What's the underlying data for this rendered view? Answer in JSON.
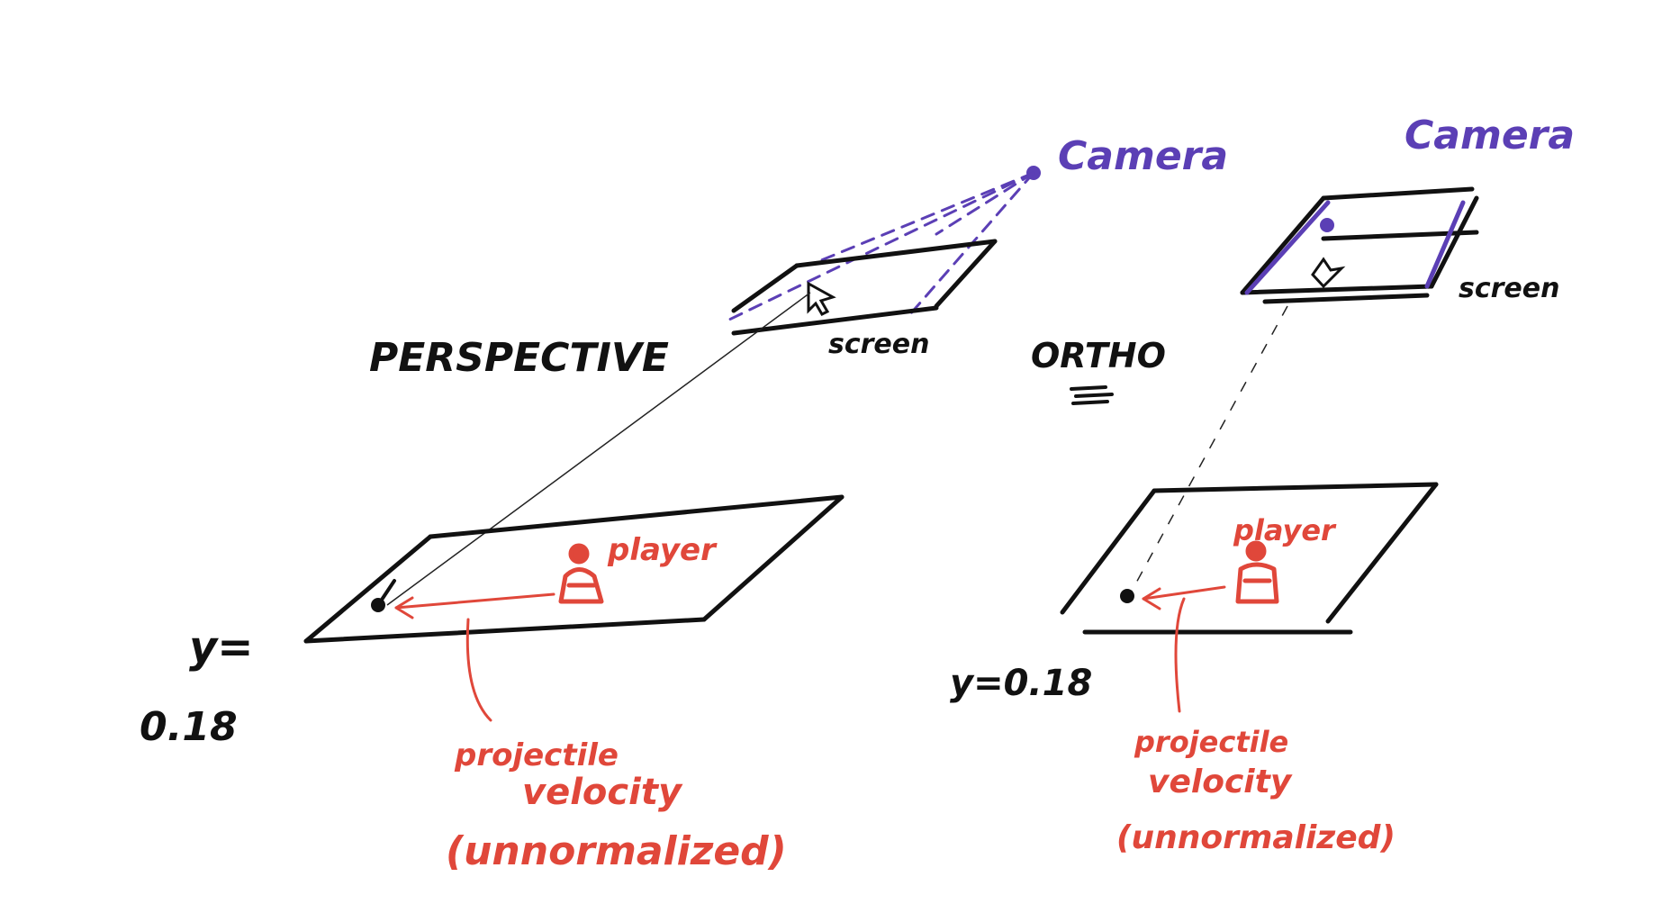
{
  "perspective": {
    "title": "PERSPECTIVE",
    "camera_label": "Camera",
    "screen_label": "screen",
    "player_label": "player",
    "y_label_1": "y=",
    "y_label_2": "0.18",
    "velocity_label_1": "projectile",
    "velocity_label_2": "velocity",
    "velocity_label_3": "(unnormalized)"
  },
  "ortho": {
    "title": "ORTHO",
    "camera_label": "Camera",
    "screen_label": "screen",
    "player_label": "player",
    "y_label": "y=0.18",
    "velocity_label_1": "projectile",
    "velocity_label_2": "velocity",
    "velocity_label_3": "(unnormalized)"
  },
  "colors": {
    "ink": "#111111",
    "camera": "#5b3fb5",
    "annotation": "#e0473a"
  }
}
